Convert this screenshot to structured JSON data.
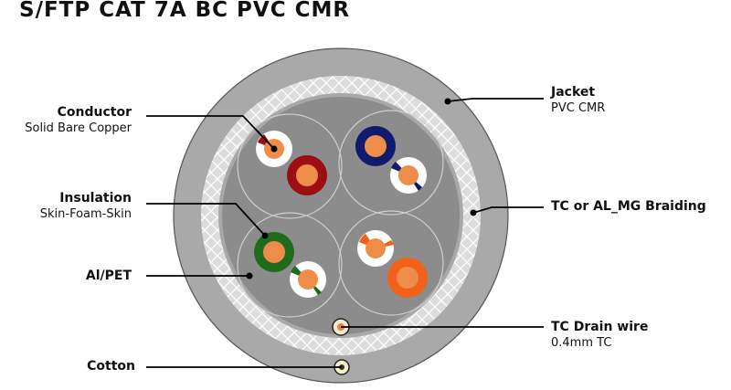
{
  "title": "S/FTP CAT 7A BC PVC CMR",
  "labels": {
    "conductor": {
      "title": "Conductor",
      "subtitle": "Solid Bare Copper"
    },
    "insulation": {
      "title": "Insulation",
      "subtitle": "Skin-Foam-Skin"
    },
    "al_pet": {
      "title": "Al/PET",
      "subtitle": ""
    },
    "cotton": {
      "title": "Cotton",
      "subtitle": ""
    },
    "jacket": {
      "title": "Jacket",
      "subtitle": "PVC CMR"
    },
    "braiding": {
      "title": "TC or AL_MG Braiding",
      "subtitle": ""
    },
    "drain": {
      "title": "TC Drain wire",
      "subtitle": "0.4mm TC"
    }
  },
  "colors": {
    "jacket": "#a9a9a9",
    "braid": "#dcdcdc",
    "core": "#8c8c8c",
    "copper": "#ee8c4a",
    "pair_brown": "#9b0f12",
    "pair_blue": "#121a6e",
    "pair_green": "#1d6b1b",
    "pair_orange": "#f2601a"
  }
}
